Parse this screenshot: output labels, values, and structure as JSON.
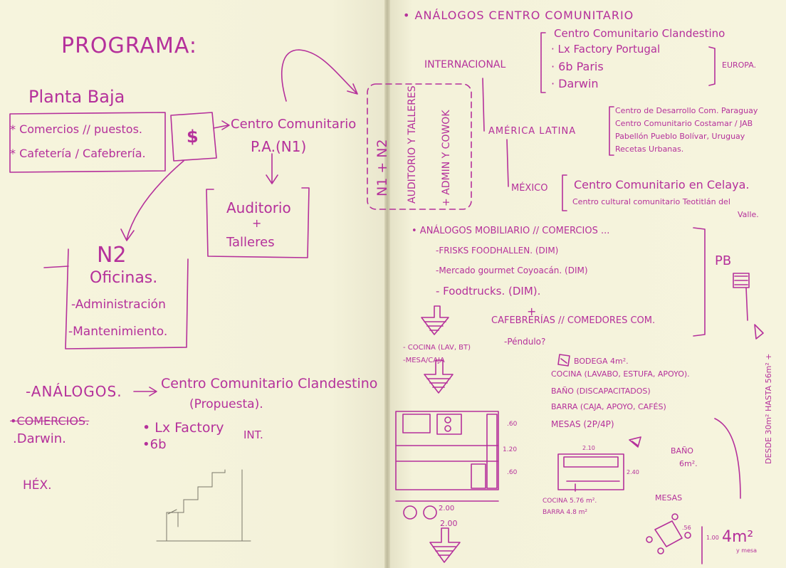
{
  "left": {
    "title": "PROGRAMA:",
    "planta_baja": "Planta Baja",
    "box_items": [
      "* Comercios // puestos.",
      "* Cafetería / Cafebrería."
    ],
    "dollar": "$",
    "centro": "Centro Comunitario",
    "pa": "P.A.(N1)",
    "auditorio": "Auditorio",
    "plus": "+",
    "talleres": "Talleres",
    "n2": "N2",
    "oficinas": "Oficinas.",
    "administracion": "-Administración",
    "mantenimiento": "-Mantenimiento.",
    "analogos": "-ANÁLOGOS.",
    "analogos_target": "Centro Comunitario Clandestino",
    "propuesta": "(Propuesta).",
    "scribbled": "•COMERCIOS.",
    "darwin": ".Darwin.",
    "lx": "• Lx Factory",
    "six_b": "•6b",
    "int": "INT.",
    "mex": "HÉX."
  },
  "dashed_box": {
    "n1n2": "N1 + N2",
    "auditorio_talleres": "AUDITORIO Y TALLERES",
    "admin_cowork": "+ ADMIN Y COWOK"
  },
  "right": {
    "analogos_title": "• ANÁLOGOS CENTRO COMUNITARIO",
    "internacional": "INTERNACIONAL",
    "intl_items": [
      "Centro Comunitario Clandestino",
      "· Lx Factory Portugal",
      "· 6b Paris",
      "· Darwin"
    ],
    "europa": "EUROPA.",
    "america_latina": "AMÉRICA LATINA",
    "latam_items": [
      "Centro de Desarrollo Com. Paraguay",
      "Centro Comunitario Costamar / JAB",
      "Pabellón Pueblo Bolívar, Uruguay",
      "Recetas Urbanas."
    ],
    "mexico": "MÉXICO",
    "mexico_items": [
      "Centro Comunitario en Celaya.",
      "Centro cultural comunitario Teotitlán del",
      "Valle."
    ],
    "mobiliario_title": "• ANÁLOGOS MOBILIARIO // COMERCIOS ...",
    "mobiliario_items": [
      "-FRISKS FOODHALLEN. (DIM)",
      "-Mercado gourmet Coyoacán. (DIM)",
      "- Foodtrucks. (DIM)."
    ],
    "plus": "+",
    "cafeterias": "CAFEBRERÍAS // COMEDORES COM.",
    "pb": "PB",
    "cocina": "- COCINA (LAV, BT)",
    "pendulo": "-Péndulo?",
    "mesa_caja": "-MESA/CAJA",
    "bodega": "BODEGA 4m².",
    "specs": [
      "COCINA (LAVABO, ESTUFA, APOYO).",
      "BAÑO (DISCAPACITADOS)",
      "BARRA (CAJA, APOYO, CAFÉS)",
      "MESAS (2P/4P)"
    ],
    "vertical_note": "DESDE 30m² HASTA 56m² +",
    "dims": [
      ".60",
      "1.20",
      ".60"
    ],
    "width_dim": "2.00",
    "bottom_dim": "2.00",
    "bano": "BAÑO",
    "bano_area": "6m².",
    "cocina_area": "COCINA 5.76 m².",
    "barra_area": "BARRA 4.8 m²",
    "mesas": "MESAS",
    "mesas_area": "4m²",
    "mesa_note": "y mesa",
    "dim_056": ".56",
    "dim_100": "1.00",
    "dim_240": "2.40",
    "dim_210": "2.10"
  },
  "colors": {
    "ink": "#b5309b",
    "pencil": "#7a776a",
    "paper": "#f5f3dc"
  }
}
